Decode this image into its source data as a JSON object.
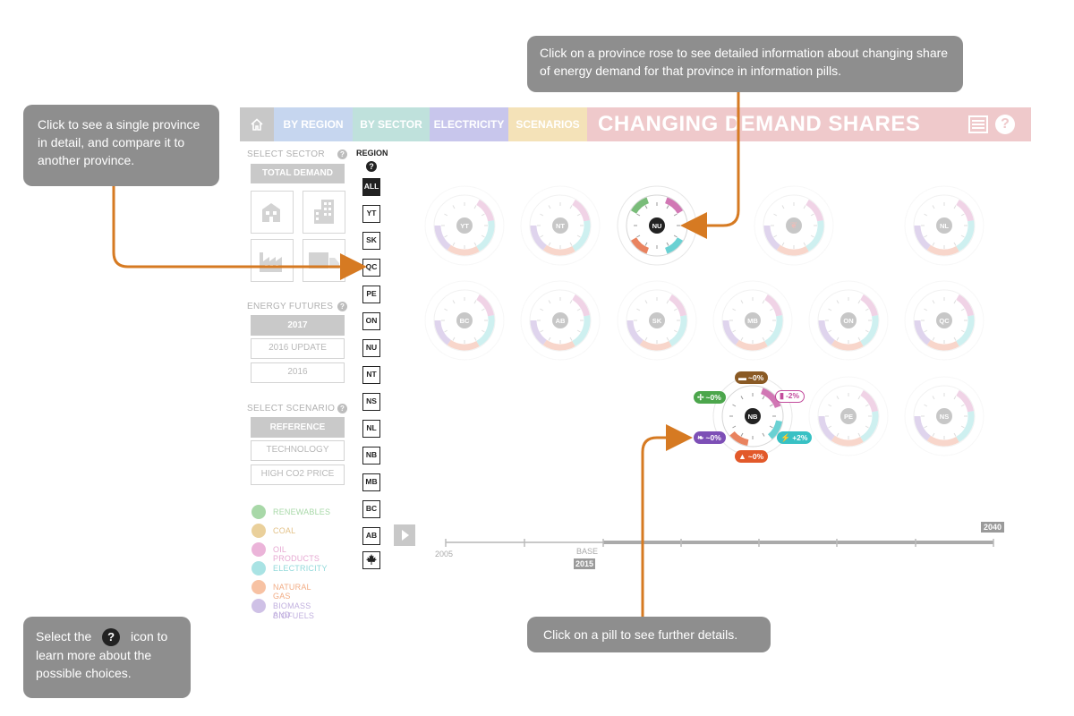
{
  "nav": {
    "home_icon": "home-icon",
    "tabs": [
      {
        "label": "BY REGION",
        "color": "#c6d6ef"
      },
      {
        "label": "BY SECTOR",
        "color": "#bfe1dc"
      },
      {
        "label": "ELECTRICITY",
        "color": "#c8c6ec"
      },
      {
        "label": "SCENARIOS",
        "color": "#f4e2b8"
      }
    ],
    "title": "CHANGING DEMAND SHARES",
    "title_color": "#efc9cb"
  },
  "sidebar": {
    "sector_label": "SELECT SECTOR",
    "total_demand": "TOTAL DEMAND",
    "futures_label": "ENERGY FUTURES",
    "futures": [
      "2017",
      "2016 UPDATE",
      "2016"
    ],
    "scenario_label": "SELECT SCENARIO",
    "scenarios": [
      "REFERENCE",
      "TECHNOLOGY",
      "HIGH CO2 PRICE"
    ],
    "legend": [
      {
        "label": "RENEWABLES",
        "color": "#6bb56b"
      },
      {
        "label": "COAL",
        "color": "#d2a24d"
      },
      {
        "label": "OIL PRODUCTS",
        "color": "#d07bb5"
      },
      {
        "label": "ELECTRICITY",
        "color": "#5cc6c8"
      },
      {
        "label": "NATURAL GAS",
        "color": "#ef8a53"
      },
      {
        "label": "BIOMASS AND",
        "label2": "BIOFUELS",
        "color": "#9c82c6"
      }
    ]
  },
  "regions": {
    "label": "REGION",
    "items": [
      "ALL",
      "YT",
      "SK",
      "QC",
      "PE",
      "ON",
      "NU",
      "NT",
      "NS",
      "NL",
      "NB",
      "MB",
      "BC",
      "AB"
    ]
  },
  "roses": {
    "row1": [
      "YT",
      "NT",
      "NU",
      "",
      "NL"
    ],
    "row2": [
      "BC",
      "AB",
      "SK",
      "MB",
      "ON",
      "QC"
    ],
    "row3": [
      "NB",
      "PE",
      "NS"
    ]
  },
  "pills": {
    "coal": "~0%",
    "renewables": "~0%",
    "oil": "-2%",
    "biomass": "~0%",
    "electricity": "+2%",
    "gas": "~0%"
  },
  "timeline": {
    "start": "2005",
    "base_label": "BASE",
    "base_year": "2015",
    "end": "2040"
  },
  "callouts": {
    "rose": "Click on a province rose to see detailed information about changing share of energy demand for that province in information pills.",
    "province": "Click to see a single province in detail, and compare it to another province.",
    "help_before": "Select the",
    "help_after": "icon to",
    "help_line2": "learn more about the",
    "help_line3": "possible choices.",
    "pill": "Click on a pill to see further details."
  },
  "colors": {
    "callout_bg": "#8e8e8e",
    "arrow": "#d67a22",
    "renewables": "#4ca64c",
    "coal": "#8a5a25",
    "oil": "#c24a9b",
    "electricity": "#38c1c4",
    "gas": "#e2592a",
    "biomass": "#7d4fb6"
  }
}
